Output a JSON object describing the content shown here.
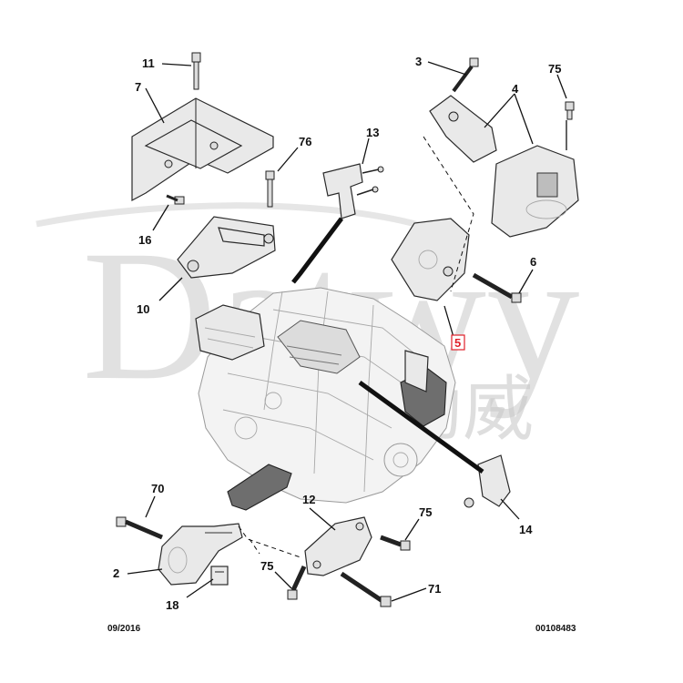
{
  "diagram": {
    "callouts": {
      "c11": "11",
      "c7": "7",
      "c3": "3",
      "c75a": "75",
      "c4": "4",
      "c13": "13",
      "c76": "76",
      "c16": "16",
      "c6": "6",
      "c10": "10",
      "c5": "5",
      "c70": "70",
      "c12": "12",
      "c75b": "75",
      "c14": "14",
      "c2": "2",
      "c75c": "75",
      "c71": "71",
      "c18": "18"
    },
    "footer": {
      "date_code": "09/2016",
      "reference": "00108483"
    },
    "watermark": {
      "latin": "Datwy",
      "cjk": "德勃威"
    },
    "colors": {
      "highlight": "#e0202a",
      "ink": "#111111",
      "watermark": "#c9c9c9"
    }
  }
}
